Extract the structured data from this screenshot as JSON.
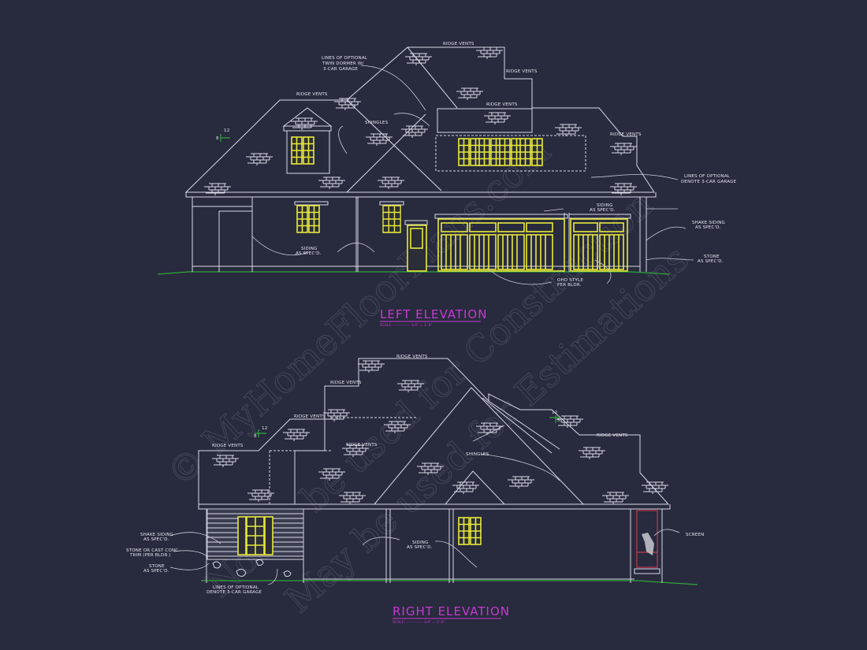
{
  "background_color": "#282a3e",
  "colors": {
    "linework": "#d9dbe6",
    "windows_doors": "#e8ea3a",
    "grade_line": "#2fa83a",
    "titles": "#c63ad0",
    "screen": "#c23a4a"
  },
  "watermark": {
    "line1": "© MyHomeFloorPlans.com",
    "line2": "Not to be used for Construction",
    "line3": "May be used for Estimations"
  },
  "left_elevation": {
    "title": "LEFT ELEVATION",
    "scale": "SCALE: ------------- 1/4\" = 1'-0\"",
    "notes": {
      "ridge_vents_top": "RIDGE VENTS",
      "ridge_vents_mid": "RIDGE VENTS",
      "ridge_vents_left": "RIDGE VENTS",
      "ridge_vents_dormer": "RIDGE VENTS",
      "ridge_vents_right": "RIDGE VENTS",
      "twin_dormer_1": "LINES OF OPTIONAL",
      "twin_dormer_2": "TWIN DORMER W/",
      "twin_dormer_3": "3-CAR GARAGE",
      "shingles": "SHINGLES",
      "optional_garage_1": "LINES OF OPTIONAL",
      "optional_garage_2": "DENOTE 3-CAR GARAGE",
      "siding_right_1": "SIDING",
      "siding_right_2": "AS SPEC'D.",
      "shake_1": "SHAKE SIDING",
      "shake_2": "AS SPEC'D.",
      "stone_1": "STONE",
      "stone_2": "AS SPEC'D.",
      "siding_left_1": "SIDING",
      "siding_left_2": "AS SPEC'D.",
      "ohd_1": "OHD STYLE",
      "ohd_2": "PER BLDR."
    },
    "pitch_marker": {
      "rise": "12",
      "run": "8"
    }
  },
  "right_elevation": {
    "title": "RIGHT ELEVATION",
    "scale": "SCALE: ------------- 1/4\" = 1'-0\"",
    "notes": {
      "ridge_vents_top": "RIDGE VENTS",
      "ridge_vents_2": "RIDGE VENTS",
      "ridge_vents_3": "RIDGE VENTS",
      "ridge_vents_left": "RIDGE VENTS",
      "ridge_vents_mid": "RIDGE VENTS",
      "ridge_vents_right": "RIDGE VENTS",
      "shingles": "SHINGLES",
      "shake_1": "SHAKE SIDING",
      "shake_2": "AS SPEC'D.",
      "trim_1": "STONE OR CAST CONC.",
      "trim_2": "TRIM (PER BLDR.)",
      "stone_1": "STONE",
      "stone_2": "AS SPEC'D.",
      "optional_garage_1": "LINES OF OPTIONAL",
      "optional_garage_2": "DENOTE 3-CAR GARAGE",
      "siding_1": "SIDING",
      "siding_2": "AS SPEC'D.",
      "screen": "SCREEN"
    },
    "pitch_marker_left": {
      "rise": "12",
      "run": "8"
    },
    "pitch_marker_right": {
      "rise": "12",
      "run": "5"
    }
  }
}
